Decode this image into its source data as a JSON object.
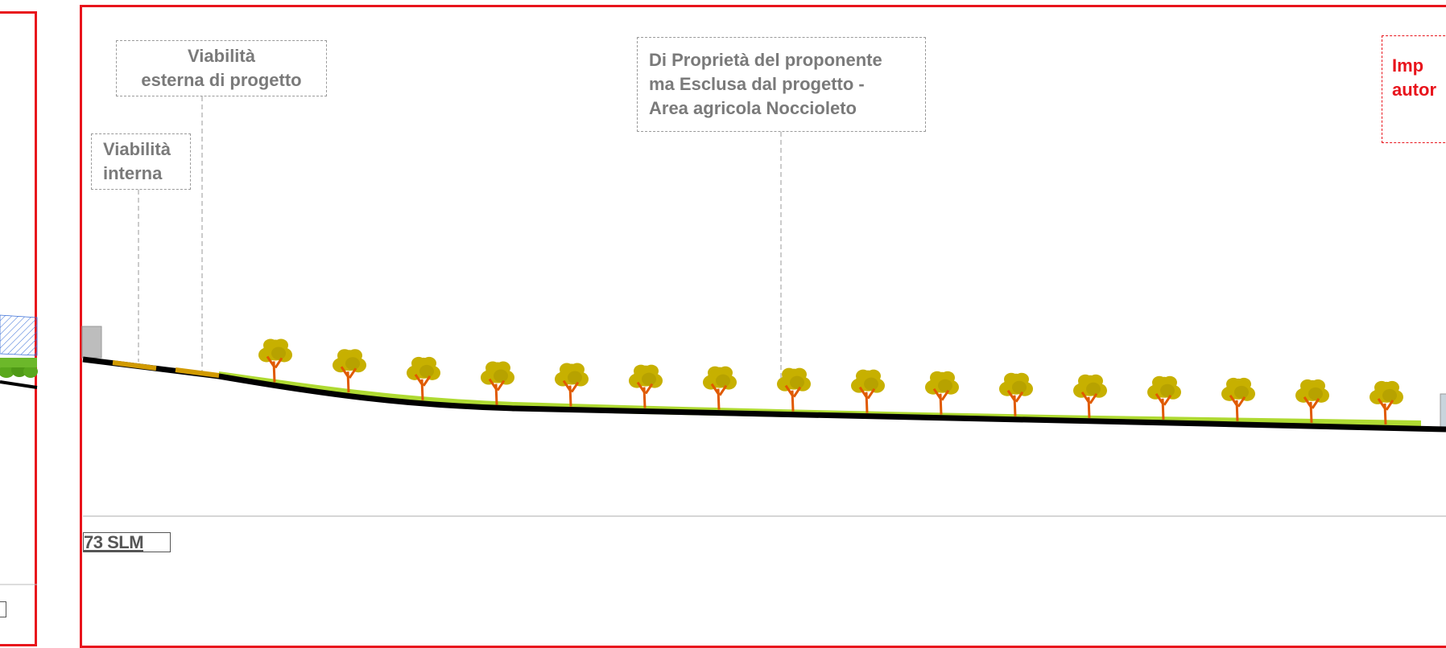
{
  "labels": {
    "viabilita_esterna": "Viabilità\nesterna di progetto",
    "viabilita_interna": "Viabilità\ninterna",
    "noccioleto": "Di Proprietà del proponente\nma Esclusa dal progetto -\nArea agricola Noccioleto",
    "impianto": "Imp\nautor"
  },
  "elevation": "73 SLM",
  "colors": {
    "frame": "#e8141c",
    "label_text": "#7a7a7a",
    "ground": "#000000",
    "road": "#d19a00",
    "grass": "#9ed11a",
    "tree_canopy": "#c7b000",
    "tree_trunk": "#e05a00",
    "hatch": "#3a6fd8"
  },
  "trees": {
    "count": 16
  }
}
